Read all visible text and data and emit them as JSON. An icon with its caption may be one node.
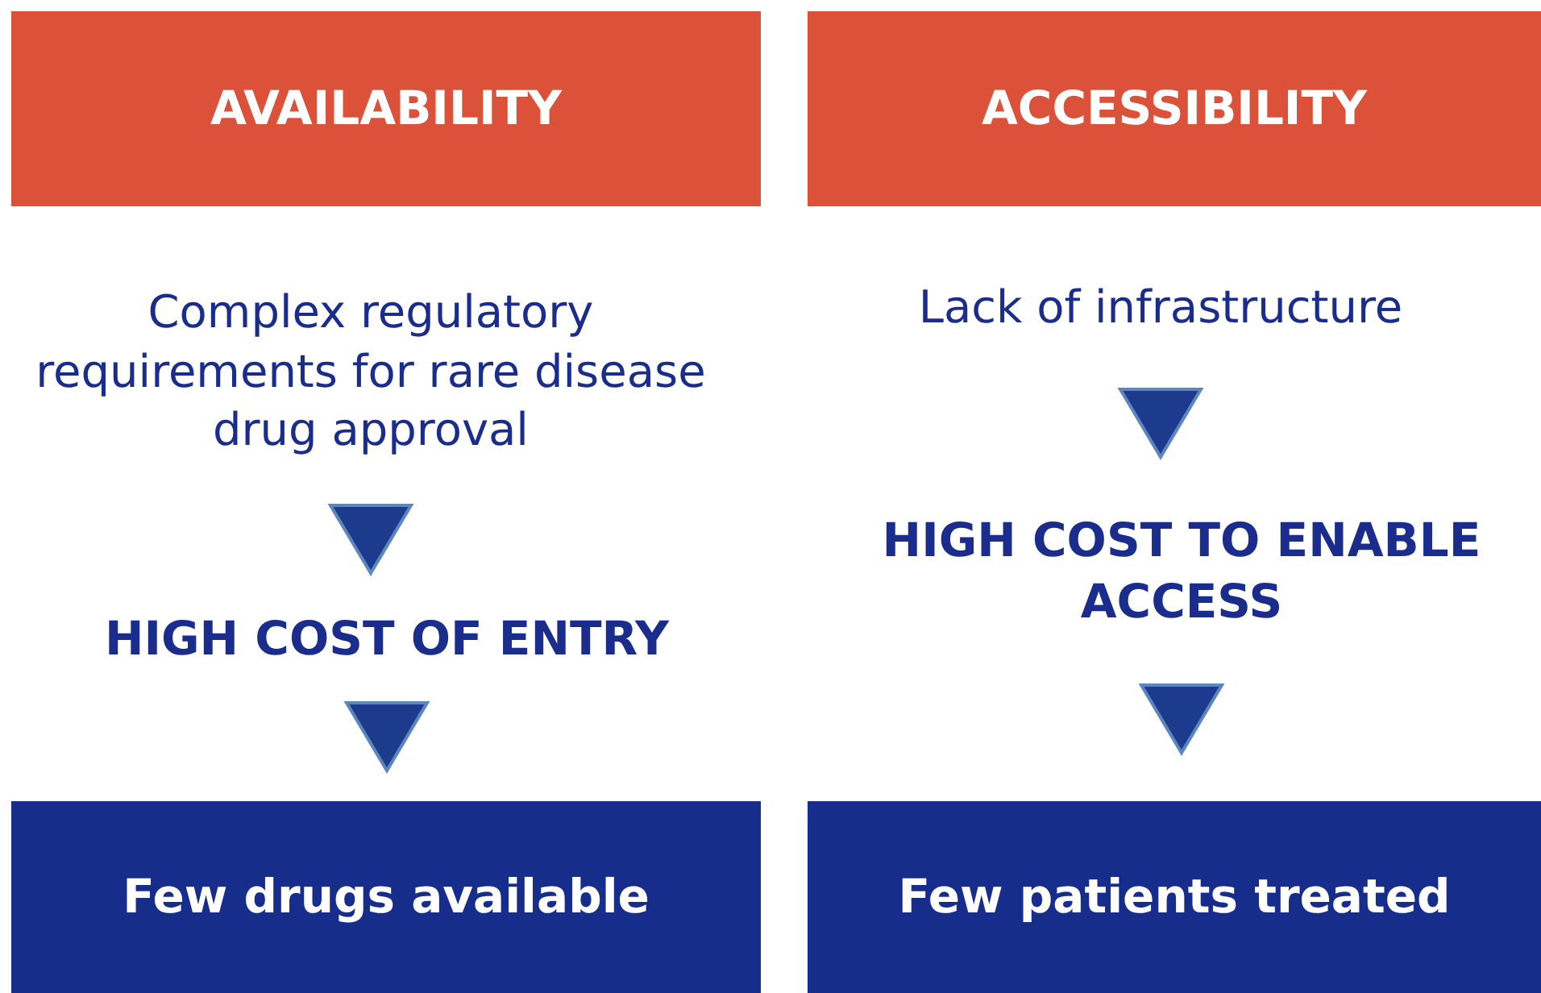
{
  "diagram": {
    "nodes": [
      {
        "text": [
          "AVAILABILITY"
        ]
      },
      {
        "text": [
          "ACCESSIBILITY"
        ]
      },
      {
        "text": [
          "Complex regulatory requirements for rare disease drug approval"
        ]
      },
      {
        "text": [
          "HIGH COST OF ENTRY"
        ]
      },
      {
        "text": [
          "Few drugs available"
        ]
      },
      {
        "text": [
          "Lack of infrastructure"
        ]
      },
      {
        "text": [
          "HIGH COST TO ENABLE ACCESS"
        ]
      },
      {
        "text": [
          "Few patients treated"
        ]
      }
    ],
    "edges": [
      {
        "from": 2,
        "to": 3,
        "arrow": "to"
      },
      {
        "from": 3,
        "to": 4,
        "arrow": "to"
      },
      {
        "from": 5,
        "to": 6,
        "arrow": "to"
      },
      {
        "from": 6,
        "to": 7,
        "arrow": "to"
      }
    ]
  }
}
